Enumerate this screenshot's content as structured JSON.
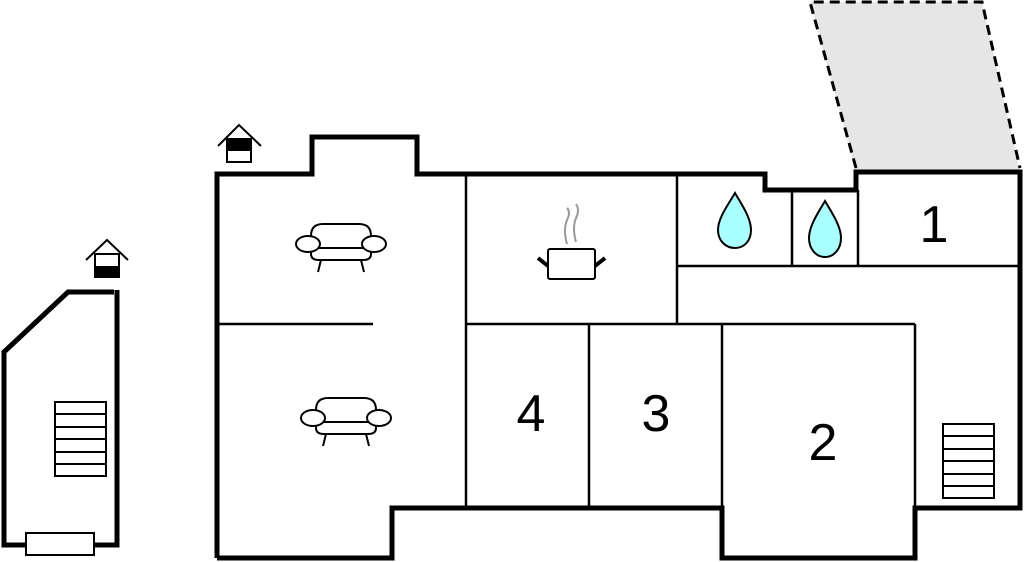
{
  "diagram": {
    "type": "floor-plan",
    "colors": {
      "wall": "#000000",
      "terrace_fill": "#e6e6e6",
      "water_fill": "#aaffff",
      "steam": "#999999",
      "background": "#ffffff"
    },
    "rooms": [
      {
        "id": "bedroom-1",
        "label": "1"
      },
      {
        "id": "bedroom-2",
        "label": "2"
      },
      {
        "id": "bedroom-3",
        "label": "3"
      },
      {
        "id": "bedroom-4",
        "label": "4"
      }
    ],
    "icons": [
      {
        "name": "entrance-house-icon",
        "location": "main-building"
      },
      {
        "name": "entrance-house-icon",
        "location": "annex"
      },
      {
        "name": "sofa-icon",
        "location": "living-room-upper"
      },
      {
        "name": "sofa-icon",
        "location": "living-room-lower"
      },
      {
        "name": "cooking-pot-icon",
        "location": "kitchen"
      },
      {
        "name": "water-drop-icon",
        "location": "bathroom-1"
      },
      {
        "name": "water-drop-icon",
        "location": "bathroom-2"
      },
      {
        "name": "stairs-icon",
        "location": "annex"
      },
      {
        "name": "stairs-icon",
        "location": "hallway"
      }
    ],
    "areas": [
      {
        "id": "terrace",
        "style": "dashed-outline-grey-fill"
      }
    ]
  }
}
